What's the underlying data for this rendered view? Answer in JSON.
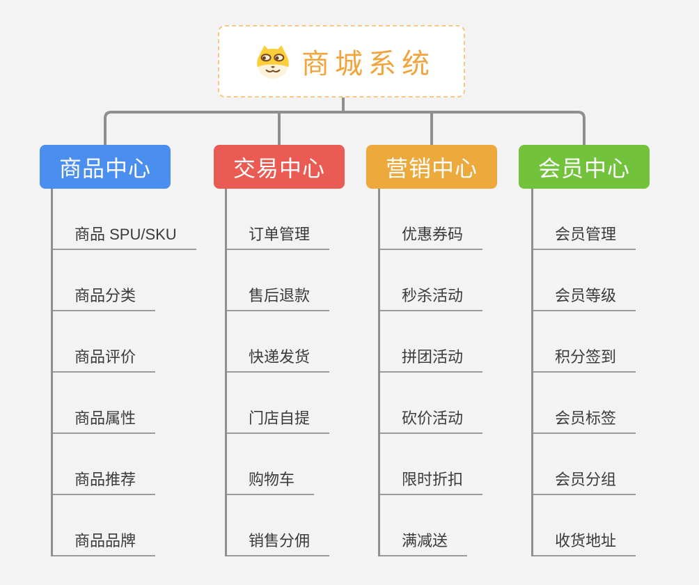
{
  "canvas": {
    "background": "#F4F3F3",
    "connector_color": "#8F8F8F",
    "underline_color": "#9A9A9A"
  },
  "root": {
    "title": "商城系统",
    "icon": "dog-face-icon",
    "text_color": "#F2A43C",
    "border_color": "#F6C882"
  },
  "branches": [
    {
      "id": "product",
      "label": "商品中心",
      "color": "#4A8FF0",
      "items": [
        "商品 SPU/SKU",
        "商品分类",
        "商品评价",
        "商品属性",
        "商品推荐",
        "商品品牌"
      ]
    },
    {
      "id": "trade",
      "label": "交易中心",
      "color": "#E95B53",
      "items": [
        "订单管理",
        "售后退款",
        "快递发货",
        "门店自提",
        "购物车",
        "销售分佣"
      ]
    },
    {
      "id": "marketing",
      "label": "营销中心",
      "color": "#EDA93B",
      "items": [
        "优惠券码",
        "秒杀活动",
        "拼团活动",
        "砍价活动",
        "限时折扣",
        "满减送"
      ]
    },
    {
      "id": "member",
      "label": "会员中心",
      "color": "#72C23C",
      "items": [
        "会员管理",
        "会员等级",
        "积分签到",
        "会员标签",
        "会员分组",
        "收货地址"
      ]
    }
  ]
}
